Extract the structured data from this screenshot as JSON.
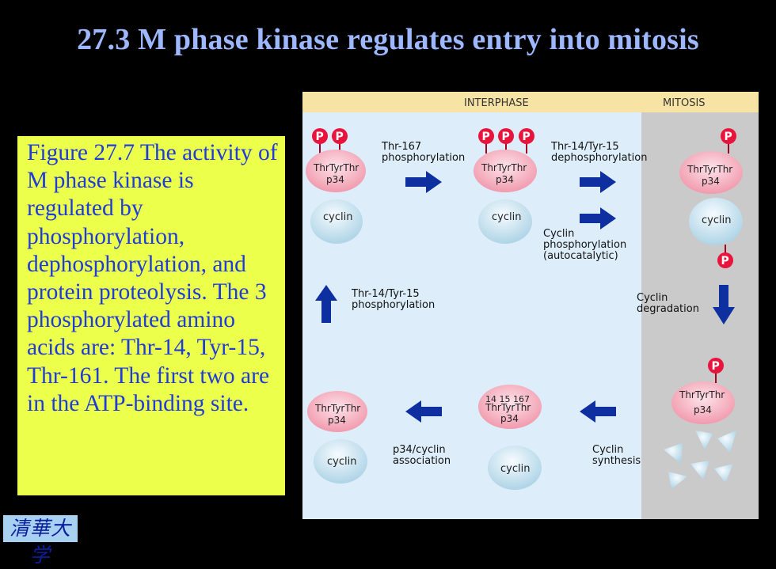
{
  "slide": {
    "title": "27.3 M phase kinase regulates entry into mitosis",
    "caption": "Figure 27.7 The activity of M phase kinase is regulated by phosphorylation, dephosphorylation, and protein proteolysis. The 3 phosphorylated amino acids are: Thr-14, Tyr-15, Thr-161. The first two are in the ATP-binding site.",
    "logo_text": "清華大学"
  },
  "diagram": {
    "phase_interphase": "INTERPHASE",
    "phase_mitosis": "MITOSIS",
    "p_symbol": "P",
    "residues_label": "ThrTyrThr",
    "residue_numbers": "14 15 167",
    "p34_label": "p34",
    "cyclin_label": "cyclin",
    "steps": {
      "thr167_phos_1": "Thr-167",
      "thr167_phos_2": "phosphorylation",
      "thr14_dephos_1": "Thr-14/Tyr-15",
      "thr14_dephos_2": "dephosphorylation",
      "cyclin_phos_1": "Cyclin",
      "cyclin_phos_2": "phosphorylation",
      "cyclin_phos_3": "(autocatalytic)",
      "thr14_phos_1": "Thr-14/Tyr-15",
      "thr14_phos_2": "phosphorylation",
      "cyclin_deg_1": "Cyclin",
      "cyclin_deg_2": "degradation",
      "assoc_1": "p34/cyclin",
      "assoc_2": "association",
      "synth_1": "Cyclin",
      "synth_2": "synthesis"
    },
    "colors": {
      "header": "#f7e3a3",
      "interphase_bg": "#ddeefa",
      "mitosis_bg": "#cacaca",
      "p34": "#f6a3b3",
      "cyclin": "#c9e3ef",
      "phosphate": "#e8143c",
      "arrow": "#0d2fa0"
    }
  }
}
